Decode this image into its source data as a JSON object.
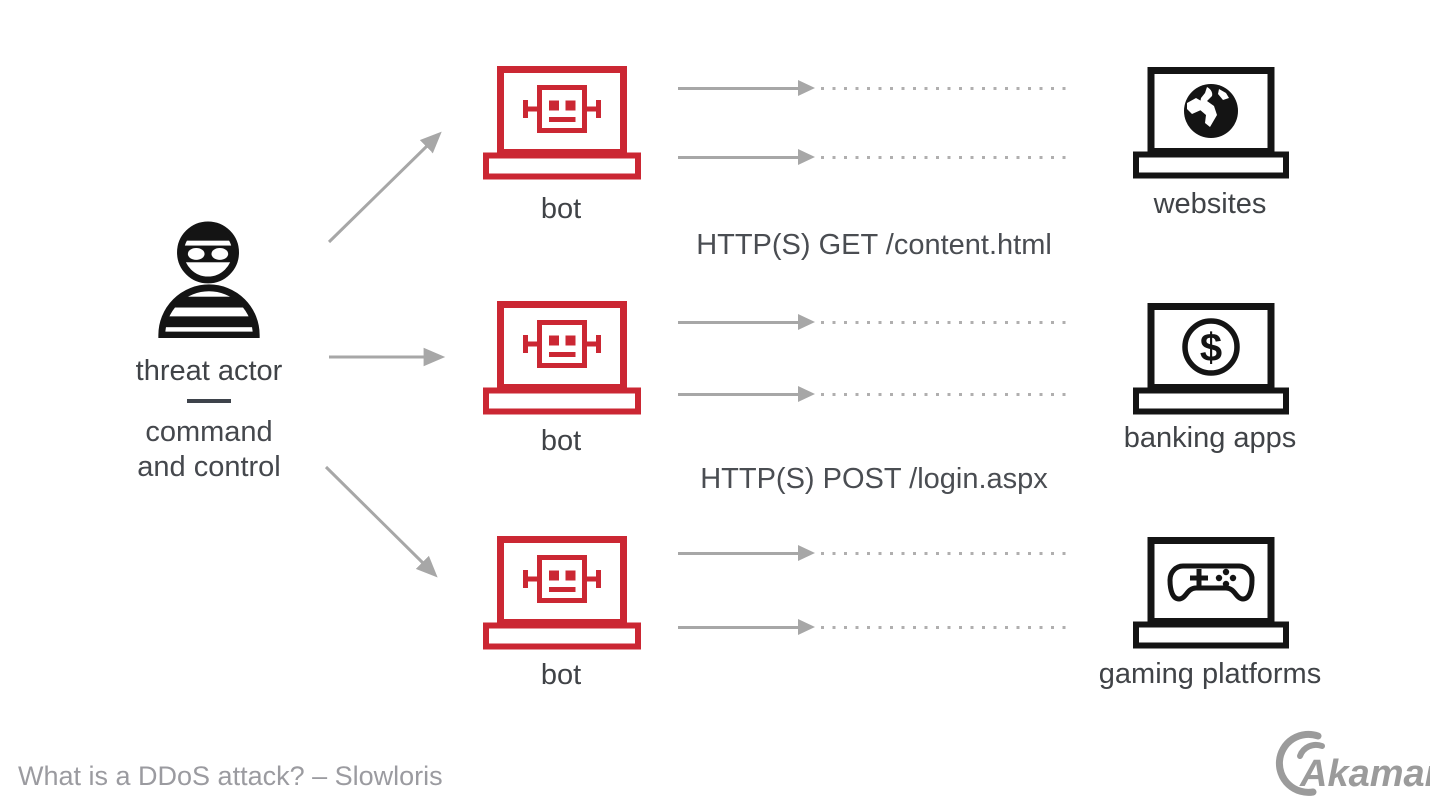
{
  "actor": {
    "label": "threat actor",
    "cc_line1": "command",
    "cc_line2": "and control",
    "icon": "masked-person-icon"
  },
  "bots": [
    {
      "label": "bot",
      "icon": "robot-laptop-icon"
    },
    {
      "label": "bot",
      "icon": "robot-laptop-icon"
    },
    {
      "label": "bot",
      "icon": "robot-laptop-icon"
    }
  ],
  "targets": [
    {
      "label": "websites",
      "icon": "globe-laptop-icon"
    },
    {
      "label": "banking apps",
      "icon": "dollar-laptop-icon"
    },
    {
      "label": "gaming platforms",
      "icon": "gamepad-laptop-icon"
    }
  ],
  "messages": [
    {
      "text": "HTTP(S) GET /content.html"
    },
    {
      "text": "HTTP(S) POST /login.aspx"
    }
  ],
  "icons": {
    "dollar_glyph": "$"
  },
  "footer": {
    "caption": "What is a DDoS attack? – Slowloris"
  },
  "brand": {
    "name": "Akamai"
  },
  "colors": {
    "bot_red": "#cb2733",
    "icon_black": "#141414",
    "arrow_gray": "#a7a7a7",
    "dot_gray": "#b0afaf",
    "label_dark": "#404347",
    "caption_gray": "#9b9ba0",
    "brand_gray": "#9b9b9b"
  }
}
